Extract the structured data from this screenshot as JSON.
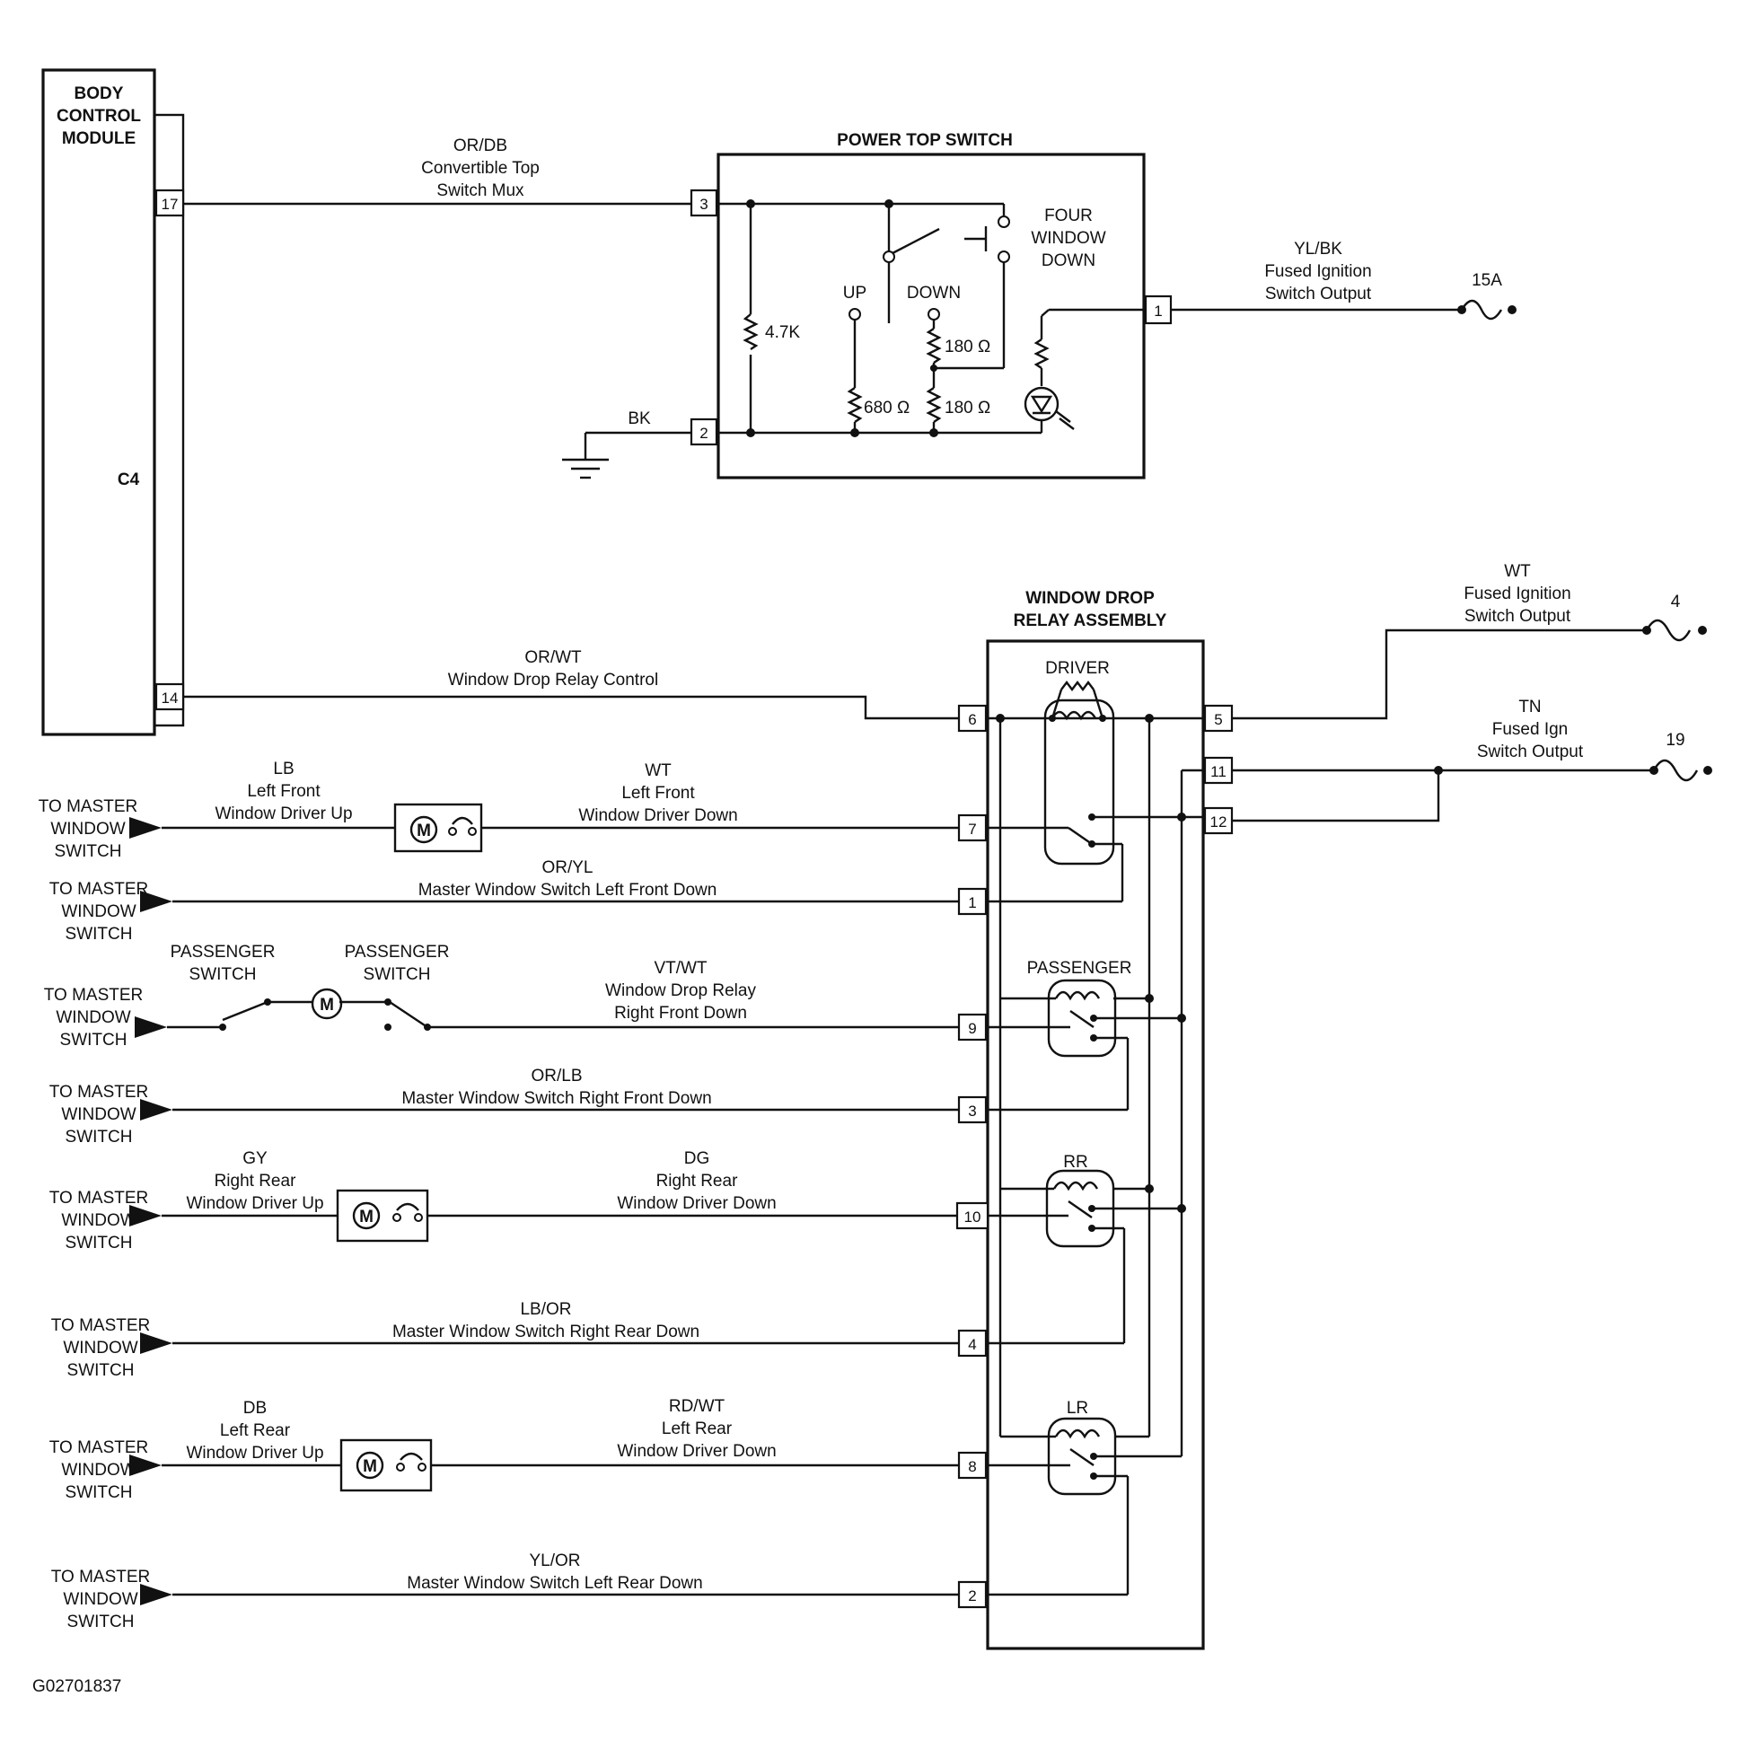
{
  "bcm": {
    "title_lines": [
      "BODY",
      "CONTROL",
      "MODULE"
    ],
    "connector": "C4",
    "pins": [
      "17",
      "14"
    ]
  },
  "power_top_switch": {
    "title": "POWER TOP SWITCH",
    "pins": [
      "3",
      "2",
      "1"
    ],
    "resistor_47k": "4.7K",
    "up": "UP",
    "down": "DOWN",
    "four_window_lines": [
      "FOUR",
      "WINDOW",
      "DOWN"
    ],
    "r_680": "680 Ω",
    "r_180a": "180 Ω",
    "r_180b": "180 Ω"
  },
  "wires_top": {
    "ordb": [
      "OR/DB",
      "Convertible Top",
      "Switch Mux"
    ],
    "bk": "BK",
    "ylbk": [
      "YL/BK",
      "Fused Ignition",
      "Switch Output"
    ],
    "fuse_15a": "15A"
  },
  "relay_assembly": {
    "title_lines": [
      "WINDOW DROP",
      "RELAY ASSEMBLY"
    ],
    "relays": [
      "DRIVER",
      "PASSENGER",
      "RR",
      "LR"
    ],
    "pins": [
      "6",
      "7",
      "1",
      "9",
      "3",
      "10",
      "4",
      "8",
      "2",
      "5",
      "11",
      "12"
    ]
  },
  "wires_right": {
    "wt": [
      "WT",
      "Fused Ignition",
      "Switch Output"
    ],
    "fuse_4": "4",
    "tn": [
      "TN",
      "Fused Ign",
      "Switch Output"
    ],
    "fuse_19": "19"
  },
  "wires_middle": {
    "orwt": [
      "OR/WT",
      "Window Drop Relay Control"
    ],
    "lb": [
      "LB",
      "Left Front",
      "Window Driver Up"
    ],
    "wt_lf": [
      "WT",
      "Left Front",
      "Window Driver Down"
    ],
    "oryl": [
      "OR/YL",
      "Master Window Switch Left Front Down"
    ],
    "passenger_switch_a": [
      "PASSENGER",
      "SWITCH"
    ],
    "passenger_switch_b": [
      "PASSENGER",
      "SWITCH"
    ],
    "vtwt": [
      "VT/WT",
      "Window Drop Relay",
      "Right Front Down"
    ],
    "orlb": [
      "OR/LB",
      "Master Window Switch Right Front Down"
    ],
    "gy": [
      "GY",
      "Right Rear",
      "Window Driver Up"
    ],
    "dg": [
      "DG",
      "Right Rear",
      "Window Driver Down"
    ],
    "lbor": [
      "LB/OR",
      "Master Window Switch Right Rear Down"
    ],
    "db": [
      "DB",
      "Left Rear",
      "Window Driver Up"
    ],
    "rdwt": [
      "RD/WT",
      "Left Rear",
      "Window Driver Down"
    ],
    "ylor": [
      "YL/OR",
      "Master Window Switch Left Rear Down"
    ]
  },
  "master_switch_label": [
    "TO MASTER",
    "WINDOW",
    "SWITCH"
  ],
  "motor_symbol": "M",
  "figure_id": "G02701837"
}
